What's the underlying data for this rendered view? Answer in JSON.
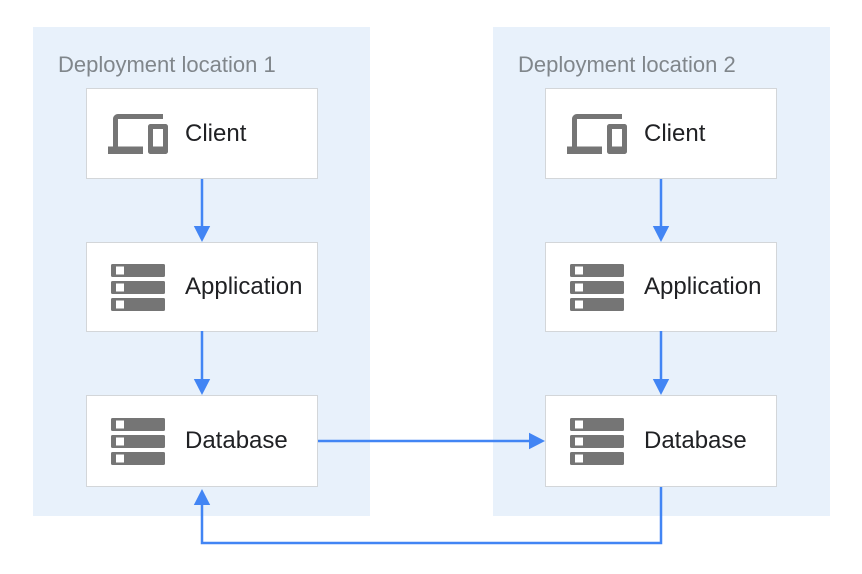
{
  "diagram": {
    "regions": [
      {
        "label": "Deployment location 1",
        "nodes": [
          {
            "label": "Client",
            "icon": "devices-icon"
          },
          {
            "label": "Application",
            "icon": "storage-icon"
          },
          {
            "label": "Database",
            "icon": "storage-icon"
          }
        ]
      },
      {
        "label": "Deployment location 2",
        "nodes": [
          {
            "label": "Client",
            "icon": "devices-icon"
          },
          {
            "label": "Application",
            "icon": "storage-icon"
          },
          {
            "label": "Database",
            "icon": "storage-icon"
          }
        ]
      }
    ],
    "edges": [
      {
        "from": "client-1",
        "to": "application-1",
        "direction": "down"
      },
      {
        "from": "application-1",
        "to": "database-1",
        "direction": "down"
      },
      {
        "from": "client-2",
        "to": "application-2",
        "direction": "down"
      },
      {
        "from": "application-2",
        "to": "database-2",
        "direction": "down"
      },
      {
        "from": "database-1",
        "to": "database-2",
        "direction": "right"
      },
      {
        "from": "database-2",
        "to": "database-1",
        "direction": "loop-under"
      }
    ],
    "colors": {
      "region_fill": "#E8F1FB",
      "region_label": "#80868B",
      "node_bg": "#FFFFFF",
      "node_border": "#D3D6D9",
      "node_label": "#202124",
      "icon": "#757575",
      "arrow": "#4285F4"
    }
  }
}
